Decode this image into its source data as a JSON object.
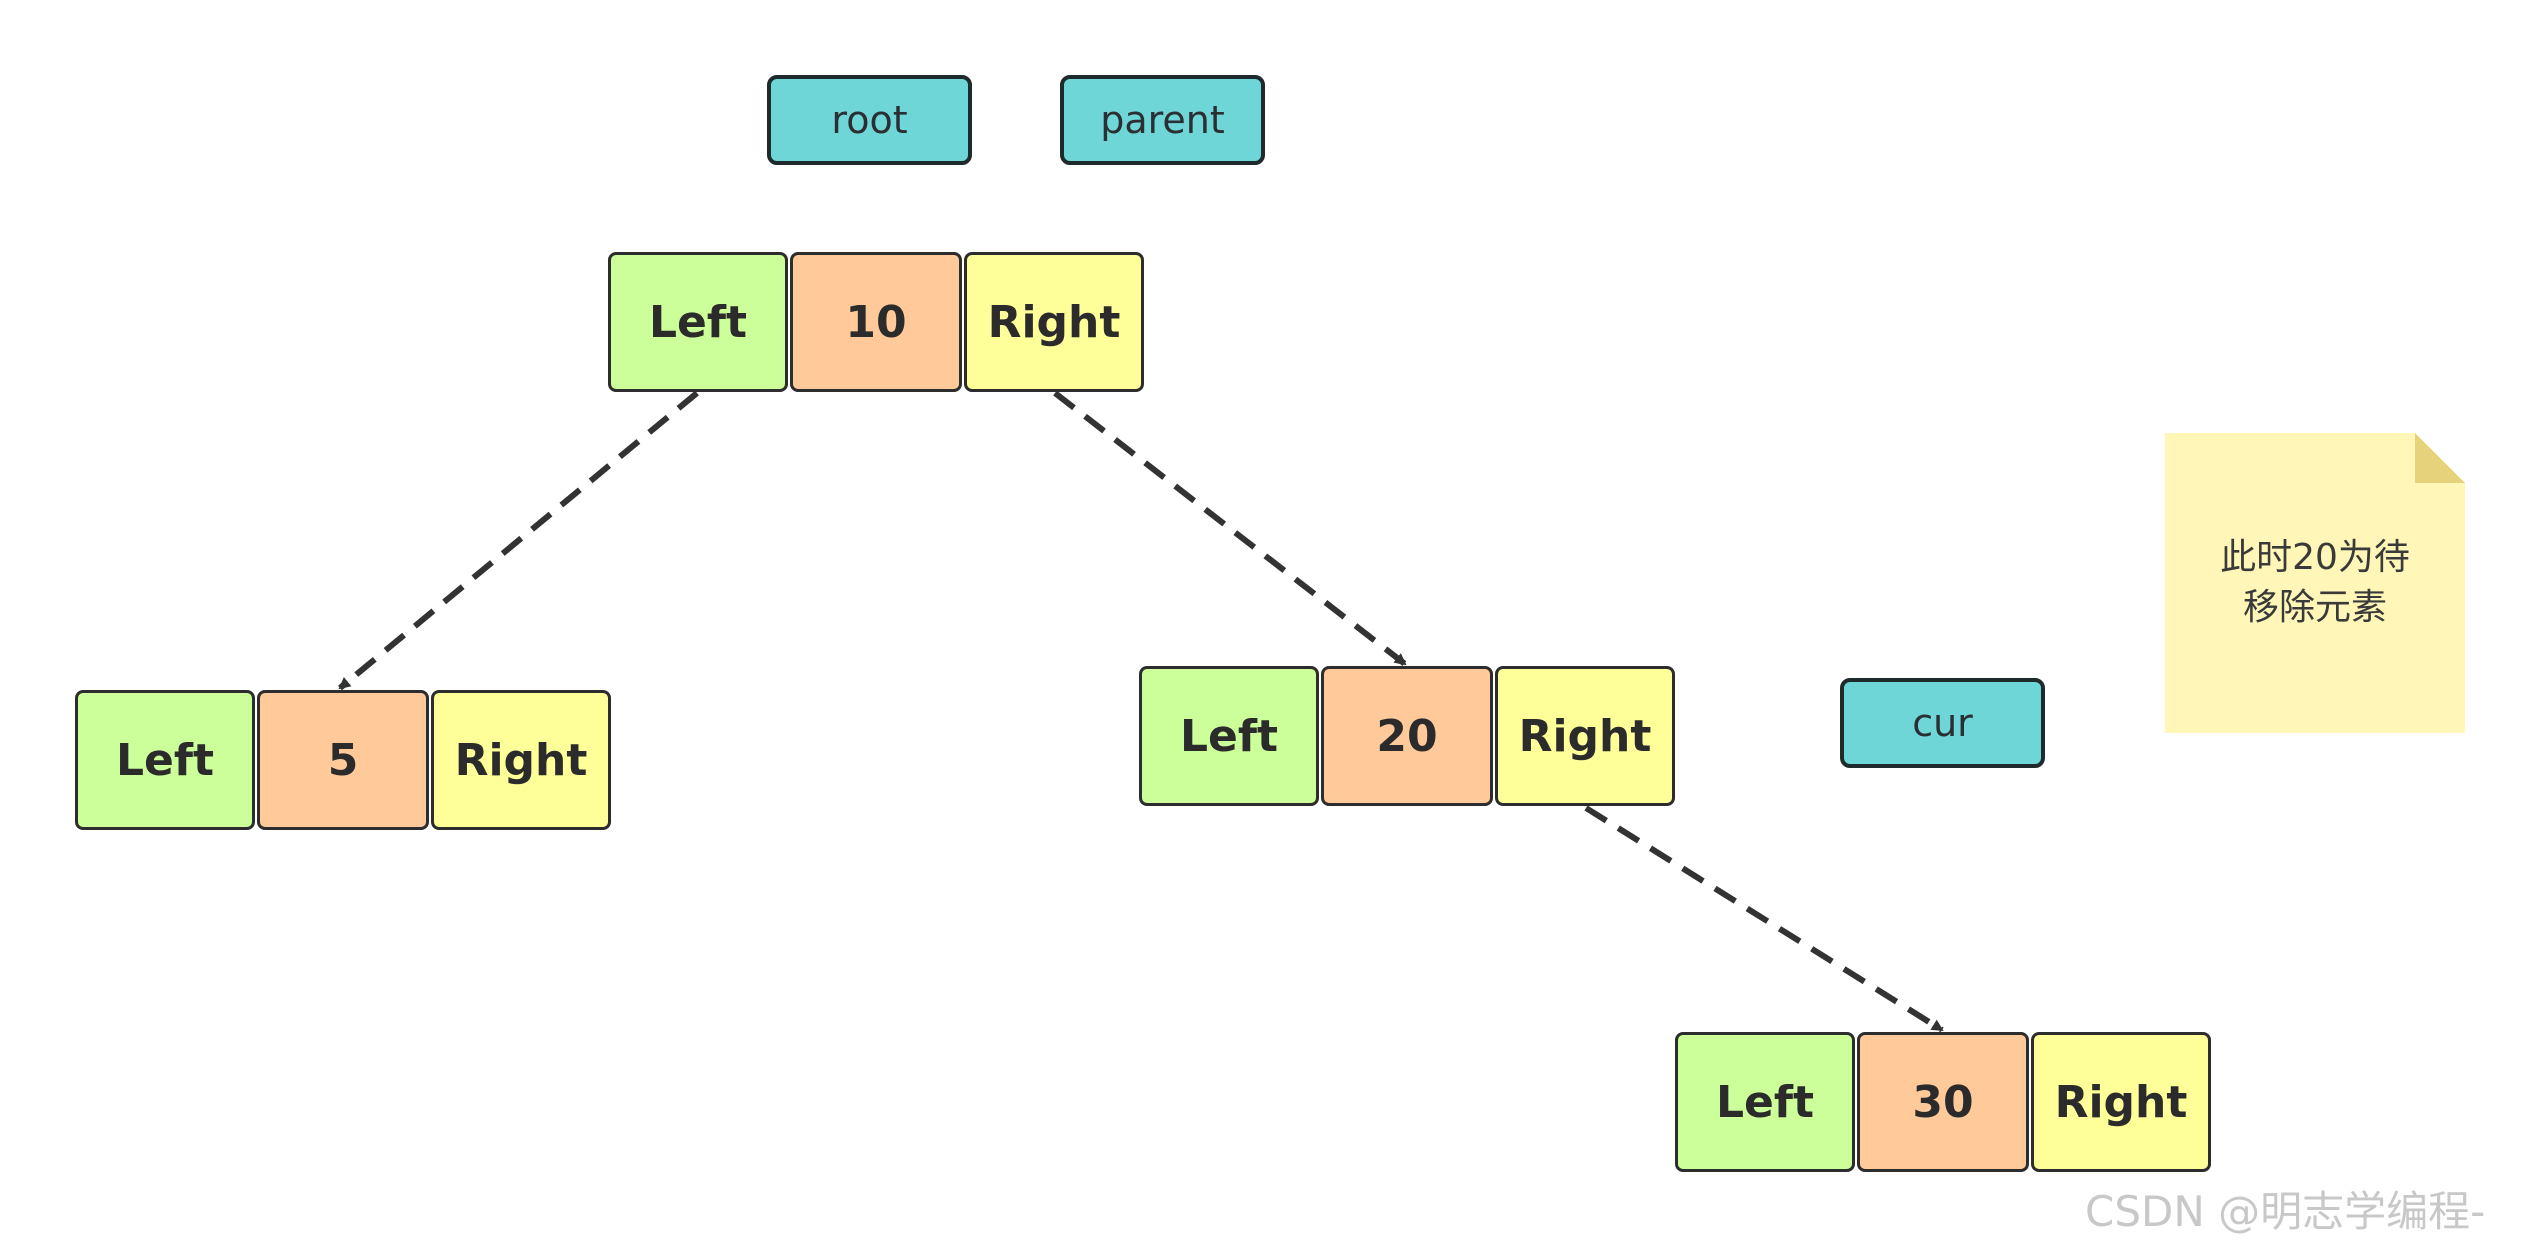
{
  "pointers": {
    "root": "root",
    "parent": "parent",
    "cur": "cur"
  },
  "nodes": {
    "n10": {
      "left": "Left",
      "value": "10",
      "right": "Right"
    },
    "n5": {
      "left": "Left",
      "value": "5",
      "right": "Right"
    },
    "n20": {
      "left": "Left",
      "value": "20",
      "right": "Right"
    },
    "n30": {
      "left": "Left",
      "value": "30",
      "right": "Right"
    }
  },
  "note": {
    "line1": "此时20为待",
    "line2": "移除元素"
  },
  "watermark": "CSDN @明志学编程-",
  "colors": {
    "pointer": "#6fd6d7",
    "left_cell": "#ccff99",
    "value_cell": "#ffc999",
    "right_cell": "#ffff99",
    "note": "#fff6b8",
    "edge": "#333333"
  }
}
